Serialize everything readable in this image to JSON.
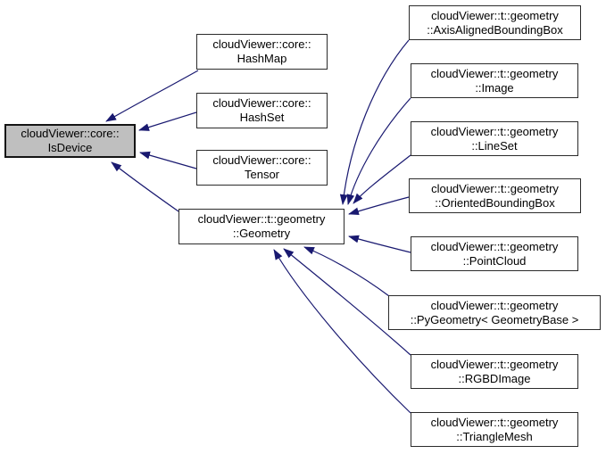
{
  "diagram": {
    "type": "inheritance-graph",
    "colors": {
      "arrow": "#191970",
      "node_fill": "#ffffff",
      "highlight_fill": "#bfbfbf",
      "border": "#2b2b2b",
      "background": "#ffffff"
    },
    "nodes": [
      {
        "id": "isdevice",
        "line1": "cloudViewer::core::",
        "line2": "IsDevice",
        "highlighted": true
      },
      {
        "id": "hashmap",
        "line1": "cloudViewer::core::",
        "line2": "HashMap",
        "highlighted": false
      },
      {
        "id": "hashset",
        "line1": "cloudViewer::core::",
        "line2": "HashSet",
        "highlighted": false
      },
      {
        "id": "tensor",
        "line1": "cloudViewer::core::",
        "line2": "Tensor",
        "highlighted": false
      },
      {
        "id": "geometry",
        "line1": "cloudViewer::t::geometry",
        "line2": "::Geometry",
        "highlighted": false
      },
      {
        "id": "aabb",
        "line1": "cloudViewer::t::geometry",
        "line2": "::AxisAlignedBoundingBox",
        "highlighted": false
      },
      {
        "id": "image",
        "line1": "cloudViewer::t::geometry",
        "line2": "::Image",
        "highlighted": false
      },
      {
        "id": "lineset",
        "line1": "cloudViewer::t::geometry",
        "line2": "::LineSet",
        "highlighted": false
      },
      {
        "id": "obb",
        "line1": "cloudViewer::t::geometry",
        "line2": "::OrientedBoundingBox",
        "highlighted": false
      },
      {
        "id": "pointcloud",
        "line1": "cloudViewer::t::geometry",
        "line2": "::PointCloud",
        "highlighted": false
      },
      {
        "id": "pygeometry",
        "line1": "cloudViewer::t::geometry",
        "line2": "::PyGeometry< GeometryBase >",
        "highlighted": false
      },
      {
        "id": "rgbdimage",
        "line1": "cloudViewer::t::geometry",
        "line2": "::RGBDImage",
        "highlighted": false
      },
      {
        "id": "trianglemesh",
        "line1": "cloudViewer::t::geometry",
        "line2": "::TriangleMesh",
        "highlighted": false
      }
    ],
    "edges": [
      {
        "from": "hashmap",
        "to": "isdevice"
      },
      {
        "from": "hashset",
        "to": "isdevice"
      },
      {
        "from": "tensor",
        "to": "isdevice"
      },
      {
        "from": "geometry",
        "to": "isdevice"
      },
      {
        "from": "aabb",
        "to": "geometry"
      },
      {
        "from": "image",
        "to": "geometry"
      },
      {
        "from": "lineset",
        "to": "geometry"
      },
      {
        "from": "obb",
        "to": "geometry"
      },
      {
        "from": "pointcloud",
        "to": "geometry"
      },
      {
        "from": "pygeometry",
        "to": "geometry"
      },
      {
        "from": "rgbdimage",
        "to": "geometry"
      },
      {
        "from": "trianglemesh",
        "to": "geometry"
      }
    ]
  }
}
